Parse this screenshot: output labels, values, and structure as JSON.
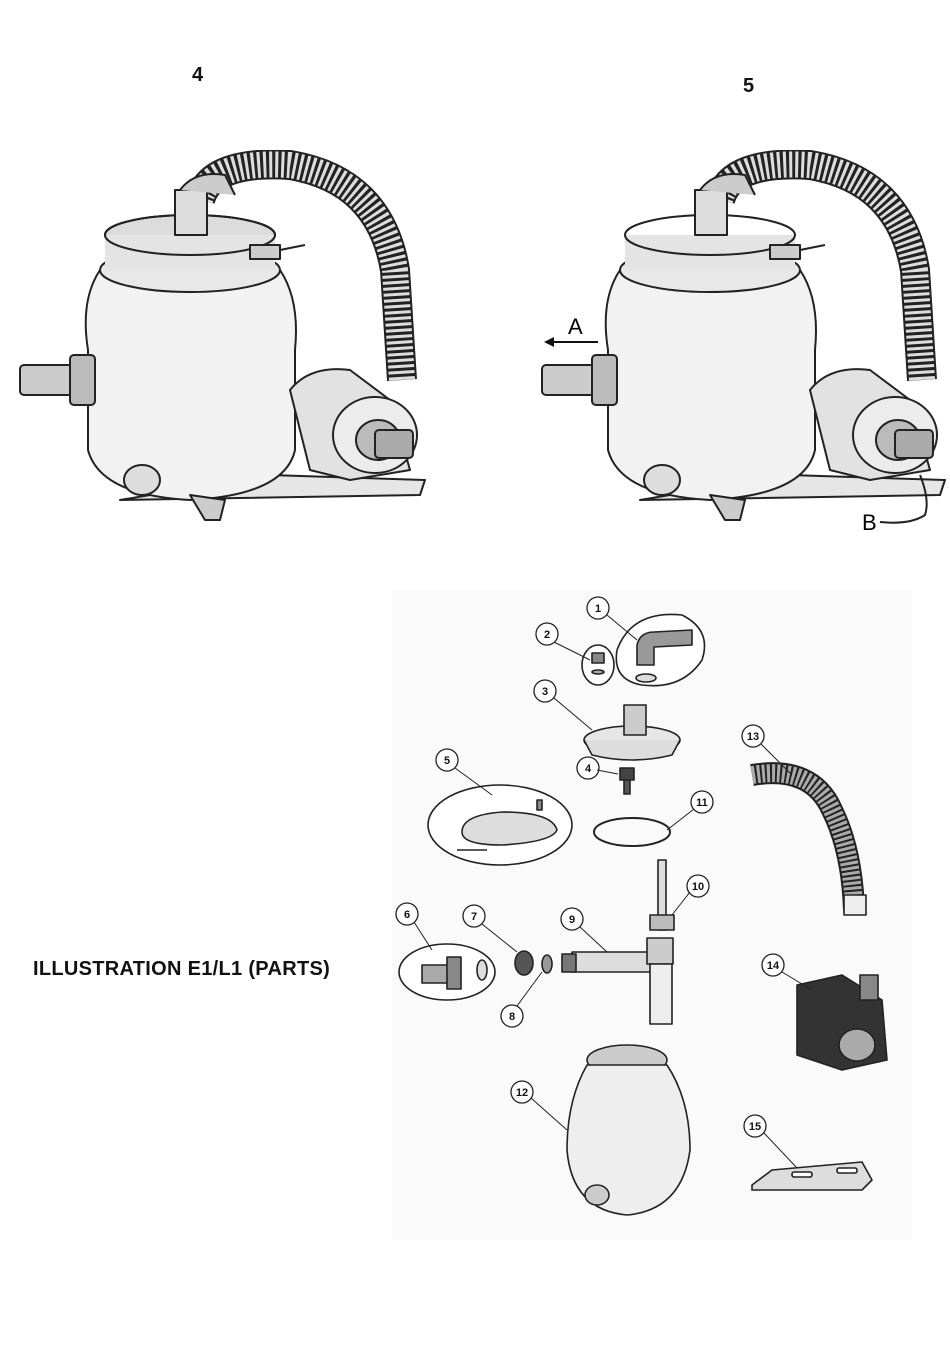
{
  "steps": {
    "step4": "4",
    "step5": "5"
  },
  "figure5_labels": {
    "a": "A",
    "b": "B"
  },
  "caption": "ILLUSTRATION E1/L1 (PARTS)",
  "parts": [
    "1",
    "2",
    "3",
    "4",
    "5",
    "6",
    "7",
    "8",
    "9",
    "10",
    "11",
    "12",
    "13",
    "14",
    "15"
  ]
}
